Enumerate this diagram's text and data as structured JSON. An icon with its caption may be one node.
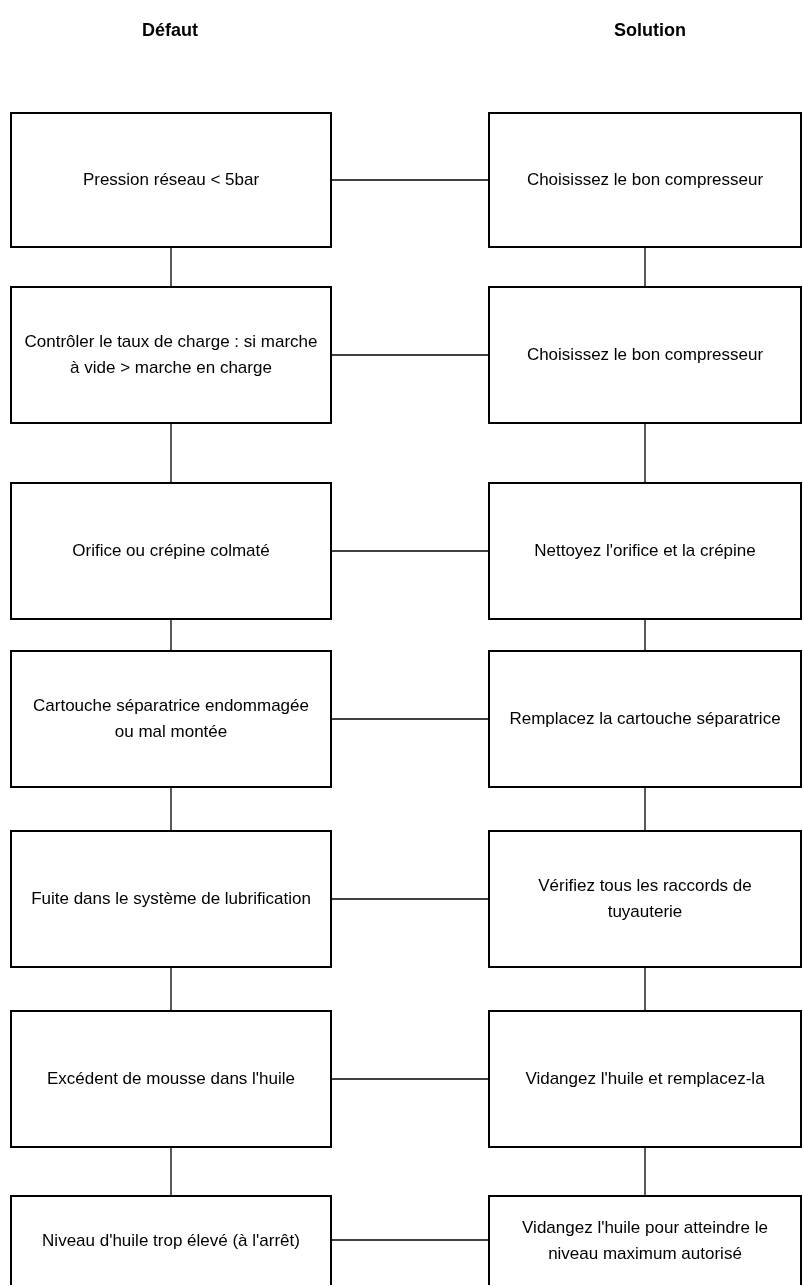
{
  "diagram": {
    "nodes": [
      {
        "text": [
          "Pression réseau < 5bar"
        ]
      },
      {
        "text": [
          "Choisissez le bon compresseur"
        ]
      },
      {
        "text": [
          "Contrôler le taux de charge : si marche à vide > marche en charge"
        ]
      },
      {
        "text": [
          "Choisissez le bon compresseur"
        ]
      },
      {
        "text": [
          "Orifice ou crépine colmaté"
        ]
      },
      {
        "text": [
          "Nettoyez l'orifice et la crépine"
        ]
      },
      {
        "text": [
          "Cartouche séparatrice endommagée ou mal montée"
        ]
      },
      {
        "text": [
          "Remplacez la cartouche séparatrice"
        ]
      },
      {
        "text": [
          "Fuite dans le système de lubrification"
        ]
      },
      {
        "text": [
          "Vérifiez tous les raccords de tuyauterie"
        ]
      },
      {
        "text": [
          "Excédent de mousse dans l'huile"
        ]
      },
      {
        "text": [
          "Vidangez l'huile et remplacez-la"
        ]
      },
      {
        "text": [
          "Niveau d'huile trop élevé (à l'arrêt)"
        ]
      },
      {
        "text": [
          "Vidangez l'huile pour atteindre le niveau maximum autorisé"
        ]
      }
    ],
    "edges": [
      {
        "from": 0,
        "to": 1,
        "arrow": "none"
      },
      {
        "from": 2,
        "to": 3,
        "arrow": "none"
      },
      {
        "from": 4,
        "to": 5,
        "arrow": "none"
      },
      {
        "from": 6,
        "to": 7,
        "arrow": "none"
      },
      {
        "from": 8,
        "to": 9,
        "arrow": "none"
      },
      {
        "from": 10,
        "to": 11,
        "arrow": "none"
      },
      {
        "from": 12,
        "to": 13,
        "arrow": "none"
      },
      {
        "from": 0,
        "to": 2,
        "arrow": "none"
      },
      {
        "from": 2,
        "to": 4,
        "arrow": "none"
      },
      {
        "from": 4,
        "to": 6,
        "arrow": "none"
      },
      {
        "from": 6,
        "to": 8,
        "arrow": "none"
      },
      {
        "from": 8,
        "to": 10,
        "arrow": "none"
      },
      {
        "from": 10,
        "to": 12,
        "arrow": "none"
      },
      {
        "from": 1,
        "to": 3,
        "arrow": "none"
      },
      {
        "from": 3,
        "to": 5,
        "arrow": "none"
      },
      {
        "from": 5,
        "to": 7,
        "arrow": "none"
      },
      {
        "from": 7,
        "to": 9,
        "arrow": "none"
      },
      {
        "from": 9,
        "to": 11,
        "arrow": "none"
      },
      {
        "from": 11,
        "to": 13,
        "arrow": "none"
      }
    ],
    "labels": [
      "Défaut",
      "Solution"
    ]
  }
}
